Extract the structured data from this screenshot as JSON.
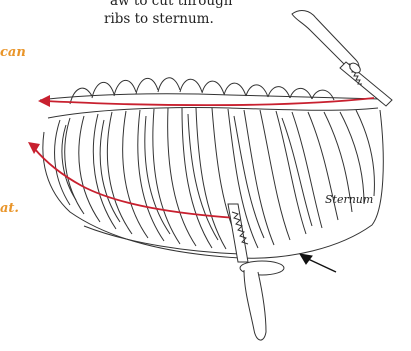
{
  "caption": {
    "line1": "aw to cut through",
    "line2": "ribs to sternum."
  },
  "orange_notes": {
    "top": "can",
    "bottom": "at."
  },
  "labels": {
    "sternum": "Sternum"
  },
  "colors": {
    "cut_line": "#c8202f",
    "outline": "#333333",
    "note": "#e9952a"
  }
}
